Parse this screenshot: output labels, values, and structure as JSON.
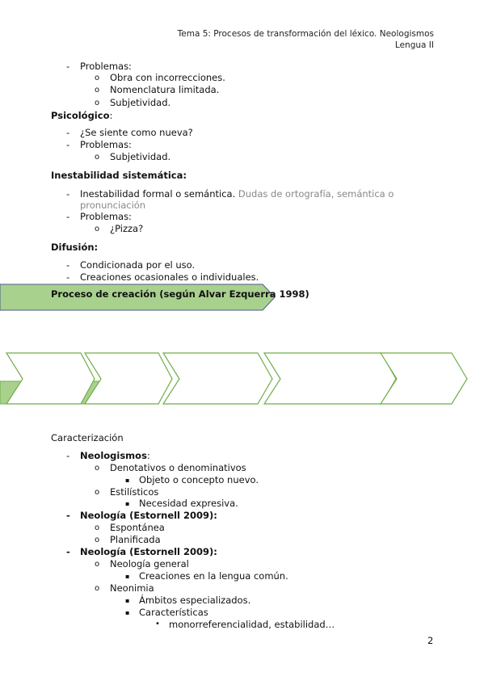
{
  "header": {
    "line1": "Tema 5: Procesos de transformación del léxico. Neologismos",
    "line2": "Lengua II"
  },
  "bullets": {
    "dash": "-",
    "circle": "o",
    "square": "▪",
    "dot": "•"
  },
  "section_top": {
    "problemas": "Problemas:",
    "items": [
      "Obra con incorrecciones.",
      "Nomenclatura limitada.",
      "Subjetividad."
    ]
  },
  "psicologico": {
    "title": "Psicológico",
    "colon": ":",
    "item1": "¿Se siente como nueva?",
    "problemas": "Problemas:",
    "sub1": "Subjetividad."
  },
  "inestabilidad": {
    "title": "Inestabilidad sistemática:",
    "item1_main": "Inestabilidad formal o semántica.",
    "item1_grey": "Dudas de ortografía, semántica o",
    "item1_grey2": "pronunciación",
    "problemas": "Problemas:",
    "sub1": "¿Pizza?"
  },
  "difusion": {
    "title": "Difusión:",
    "item1": "Condicionada por el uso.",
    "item2": "Creaciones ocasionales o individuales."
  },
  "proceso": {
    "title": "Proceso de creación (según Alvar Ezquerra 1998)"
  },
  "caracterizacion": {
    "title": "Caracterización",
    "neologismos": "Neologismos",
    "neo_colon": ":",
    "denotativos": "Denotativos o denominativos",
    "objeto": "Objeto o concepto nuevo.",
    "estilisticos": "Estilísticos",
    "necesidad": "Necesidad expresiva.",
    "neologia1": "Neología (Estornell 2009):",
    "espontanea": "Espontánea",
    "planificada": "Planificada",
    "neologia2": "Neología (Estornell 2009):",
    "neologia_general": "Neología general",
    "creaciones": "Creaciones en la lengua común.",
    "neonimia": "Neonimia",
    "ambitos": "Ámbitos especializados.",
    "caracteristicas": "Características",
    "mono": "monorreferencialidad, estabilidad…"
  },
  "colors": {
    "arrow_fill": "#a9d18e",
    "arrow_stroke": "#70ad47",
    "banner_stroke": "#4a5b8a"
  },
  "page_number": "2"
}
